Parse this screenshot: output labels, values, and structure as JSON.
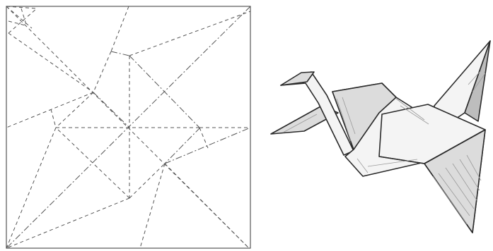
{
  "diagram": {
    "crease_pattern": {
      "paper_color": "#ffffff",
      "line_color": "#555555",
      "line_styles": [
        "dashed",
        "dash-dot"
      ]
    },
    "folded_model": {
      "subject": "origami crane",
      "style": "pencil sketch",
      "outline_color": "#2a2a2a",
      "shade_colors": [
        "#f4f4f4",
        "#dcdcdc",
        "#bdbdbd",
        "#9a9a9a"
      ]
    }
  }
}
